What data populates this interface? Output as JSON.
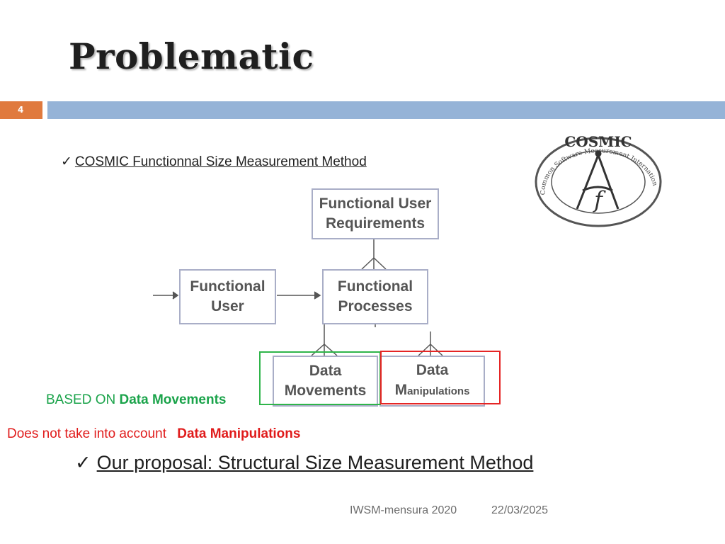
{
  "slide": {
    "title": "Problematic",
    "number": "4"
  },
  "bullets": {
    "check": "✓",
    "first": "COSMIC Functionnal Size Measurement Method",
    "second": "Our proposal: Structural Size Measurement Method"
  },
  "logo": {
    "top_text": "COSMIC",
    "ring_text": "Common Software Measurement International Consortium",
    "center_letter": "f"
  },
  "diagram": {
    "fur": [
      "Functional User",
      "Requirements"
    ],
    "functional_user": [
      "Functional",
      "User"
    ],
    "functional_processes": [
      "Functional",
      "Processes"
    ],
    "data_movements": [
      "Data",
      "Movements"
    ],
    "data_manipulations": {
      "line1": "Data",
      "cap": "M",
      "rest": "anipulations"
    }
  },
  "notes": {
    "based_prefix": "BASED ON",
    "based_bold": "Data Movements",
    "not_prefix": "Does not take into account",
    "not_bold": "Data Manipulations"
  },
  "footer": {
    "conference": "IWSM-mensura 2020",
    "date": "22/03/2025"
  },
  "colors": {
    "accent_orange": "#e07a3e",
    "header_bar": "#95b3d7",
    "green": "#2fb54a",
    "red": "#e52525"
  }
}
